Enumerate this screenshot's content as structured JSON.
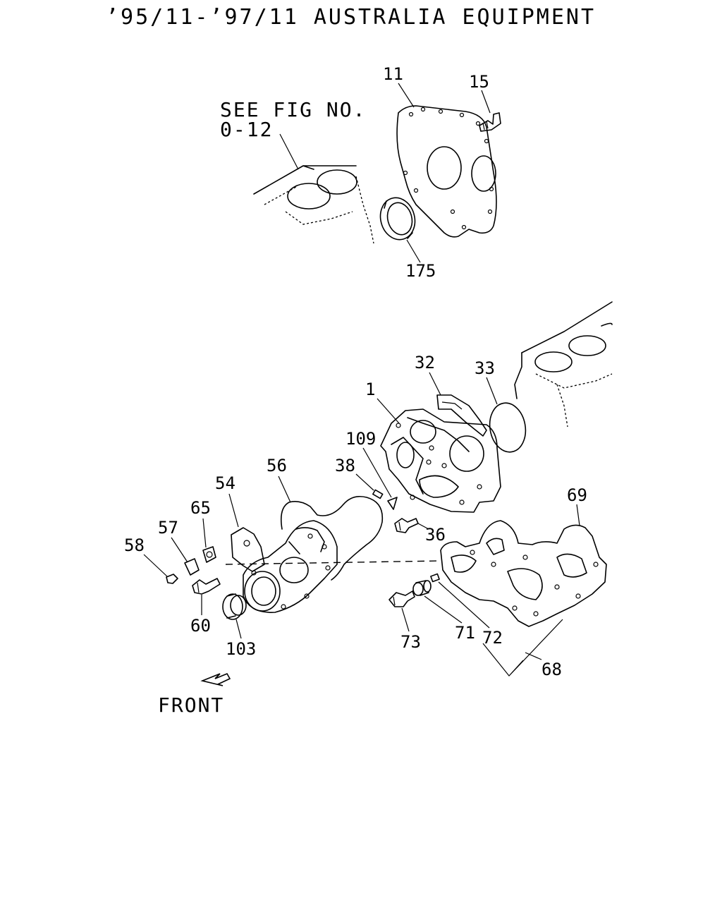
{
  "title": "’95/11-’97/11 AUSTRALIA EQUIPMENT",
  "reference_note": {
    "line1": "SEE FIG NO.",
    "line2": "0-12"
  },
  "direction_label": "FRONT",
  "callouts": {
    "c11": "11",
    "c15": "15",
    "c175": "175",
    "c32": "32",
    "c33": "33",
    "c1": "1",
    "c109": "109",
    "c38": "38",
    "c56": "56",
    "c54": "54",
    "c65": "65",
    "c57": "57",
    "c58": "58",
    "c36": "36",
    "c69": "69",
    "c60": "60",
    "c103": "103",
    "c73": "73",
    "c71": "71",
    "c72": "72",
    "c68": "68"
  }
}
